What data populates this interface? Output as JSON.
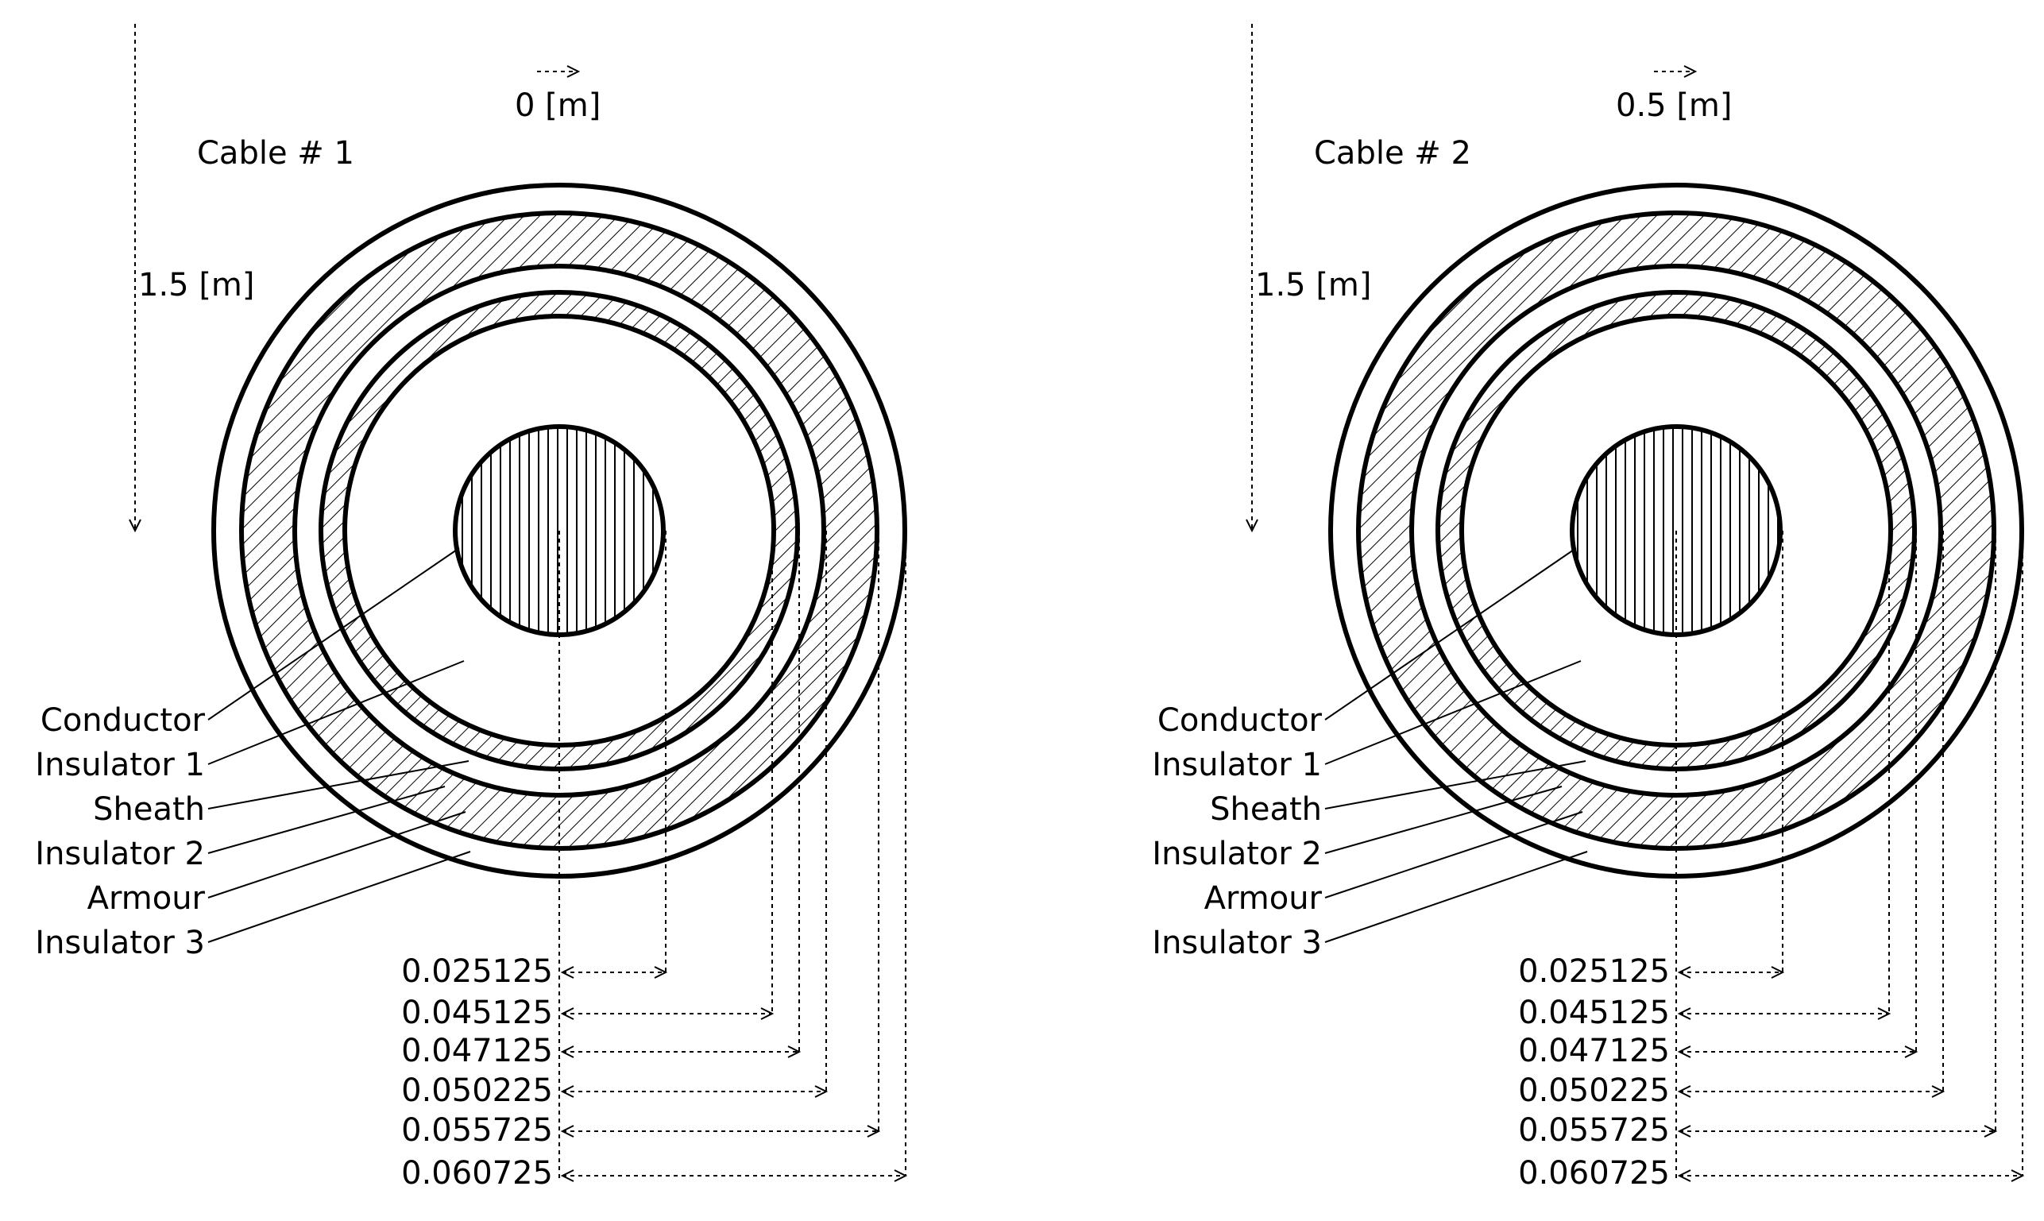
{
  "cables": [
    {
      "title": "Cable # 1",
      "horizontal_position": "0 [m]",
      "depth": "1.5 [m]",
      "layers": [
        "Conductor",
        "Insulator 1",
        "Sheath",
        "Insulator 2",
        "Armour",
        "Insulator 3"
      ],
      "radii": [
        "0.025125",
        "0.045125",
        "0.047125",
        "0.050225",
        "0.055725",
        "0.060725"
      ]
    },
    {
      "title": "Cable # 2",
      "horizontal_position": "0.5 [m]",
      "depth": "1.5 [m]",
      "layers": [
        "Conductor",
        "Insulator 1",
        "Sheath",
        "Insulator 2",
        "Armour",
        "Insulator 3"
      ],
      "radii": [
        "0.025125",
        "0.045125",
        "0.047125",
        "0.050225",
        "0.055725",
        "0.060725"
      ]
    }
  ],
  "radius_values": [
    0.025125,
    0.045125,
    0.047125,
    0.050225,
    0.055725,
    0.060725
  ],
  "hatched_layers": [
    "Conductor",
    "Sheath",
    "Armour"
  ]
}
